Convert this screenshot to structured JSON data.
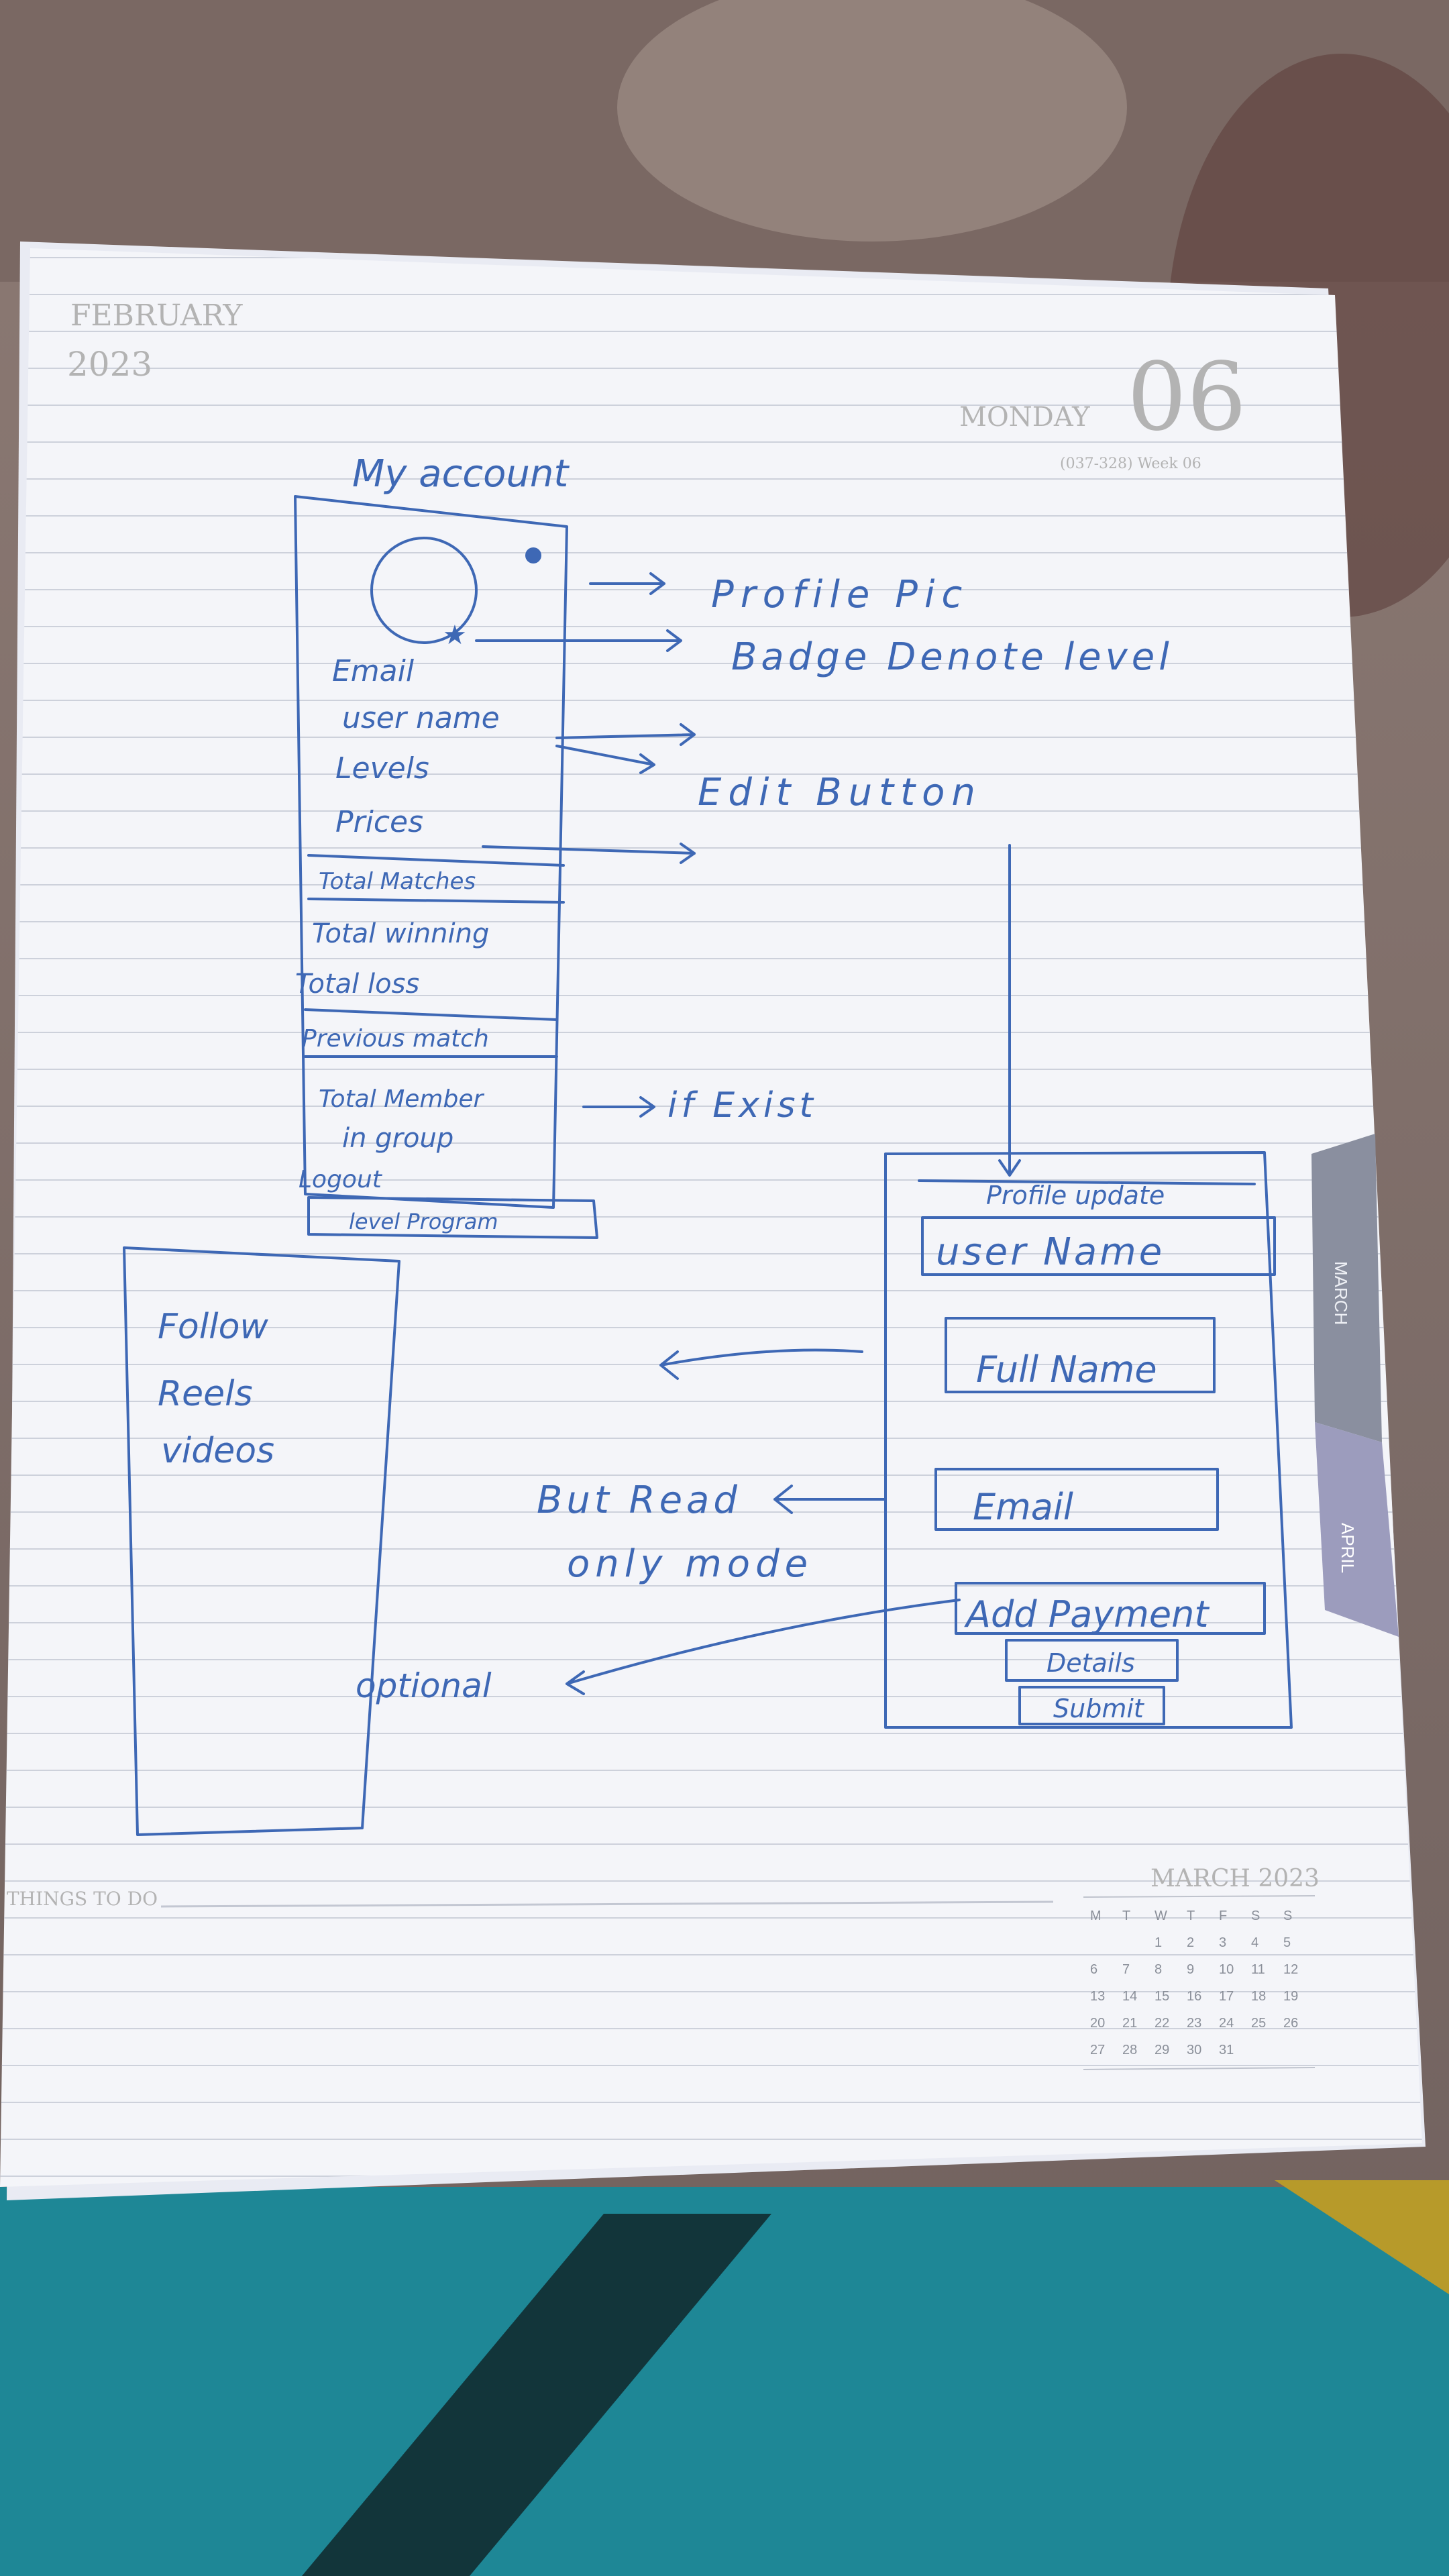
{
  "diary": {
    "month": "FEBRUARY",
    "year": "2023",
    "weekday": "MONDAY",
    "day": "06",
    "day_info": "(037-328) Week 06",
    "things_to_do": "THINGS TO DO",
    "tabs": [
      "MARCH",
      "APRIL"
    ],
    "mini_calendar": {
      "title": "MARCH 2023",
      "weekdays": [
        "M",
        "T",
        "W",
        "T",
        "F",
        "S",
        "S"
      ],
      "rows": [
        [
          "",
          "",
          "1",
          "2",
          "3",
          "4",
          "5"
        ],
        [
          "6",
          "7",
          "8",
          "9",
          "10",
          "11",
          "12"
        ],
        [
          "13",
          "14",
          "15",
          "16",
          "17",
          "18",
          "19"
        ],
        [
          "20",
          "21",
          "22",
          "23",
          "24",
          "25",
          "26"
        ],
        [
          "27",
          "28",
          "29",
          "30",
          "31",
          "",
          ""
        ]
      ]
    }
  },
  "sketch": {
    "page_title": "My account",
    "account_fields": [
      "Email",
      "user name",
      "Levels",
      "Prices"
    ],
    "stats": [
      "Total Matches",
      "Total winning",
      "Total loss",
      "Previous match"
    ],
    "group": [
      "Total Member",
      "in group"
    ],
    "logout": "Logout",
    "level_program": "level Program",
    "notes": {
      "profile_pic": "Profile Pic",
      "badge": "Badge Denote level",
      "edit_button": "Edit Button",
      "if_exist": "if Exist",
      "read_only": [
        "But Read",
        "only mode"
      ],
      "optional": "optional"
    },
    "follow_box": [
      "Follow",
      "Reels",
      "videos"
    ],
    "profile_update": {
      "title": "Profile update",
      "fields": [
        "user Name",
        "Full Name",
        "Email",
        "Add Payment"
      ],
      "details": "Details",
      "submit": "Submit"
    }
  },
  "colors": {
    "ink": "#3e68b5",
    "paper": "#f3f4f8",
    "print": "#b3b3b3",
    "fabric": "#1f8a9a"
  }
}
